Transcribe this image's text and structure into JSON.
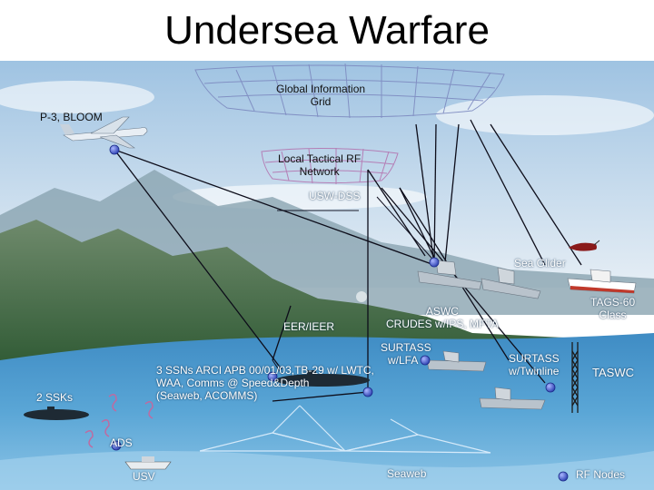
{
  "slide": {
    "title": "Undersea Warfare"
  },
  "labels": {
    "global_info_grid": [
      "Global Information",
      "Grid"
    ],
    "p3_bloom": "P-3, BLOOM",
    "local_tactical": [
      "Local Tactical  RF",
      "Network"
    ],
    "usw_dss": "USW-DSS",
    "sea_glider": "Sea Glider",
    "tags60": [
      "TAGS-60",
      "Class"
    ],
    "aswc": [
      "ASWC",
      "CRUDES w/IPS, MFTA"
    ],
    "eer_ieer": "EER/IEER",
    "surtass_lfa": [
      "SURTASS",
      "w/LFA"
    ],
    "surtass_twinline": [
      "SURTASS",
      "w/Twinline"
    ],
    "taswc": "TASWC",
    "ssns": [
      "3 SSNs ARCI APB 00/01/03,TB-29 w/ LWTC,",
      "WAA, Comms @ Speed&Depth",
      "(Seaweb, ACOMMS)"
    ],
    "two_ssks": "2  SSKs",
    "ads": "ADS",
    "usv": "USV",
    "seaweb": "Seaweb",
    "rf_nodes": "RF Nodes"
  },
  "colors": {
    "sky_top": "#b8d4ea",
    "sky_bottom": "#e8f0f6",
    "sea_deep": "#1d6a9e",
    "sea_shallow": "#6fb0d8",
    "node_fill": "#5a6fd6",
    "node_stroke": "#1a2a88",
    "grid_line": "#6d7fb8"
  },
  "icons": [
    "aircraft-icon",
    "glider-icon",
    "ship-icon",
    "submarine-icon",
    "buoy-icon",
    "tower-icon",
    "node-icon"
  ]
}
